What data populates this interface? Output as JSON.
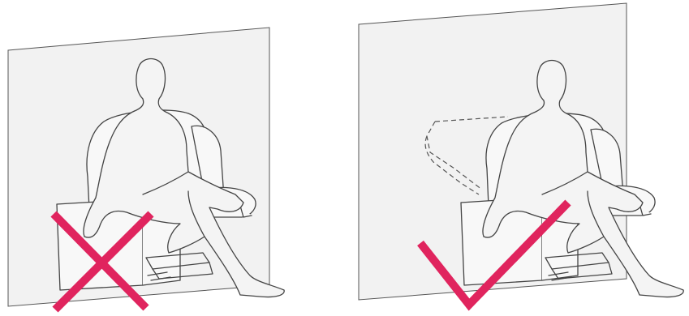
{
  "diagram": {
    "panels": [
      {
        "id": "incorrect",
        "verdict": "incorrect",
        "mark": "cross-mark",
        "mark_color": "#e0245e",
        "wall_color": "#f2f2f2",
        "line_color": "#555555"
      },
      {
        "id": "correct",
        "verdict": "correct",
        "mark": "check-mark",
        "mark_color": "#e0245e",
        "wall_color": "#f2f2f2",
        "line_color": "#555555",
        "shows_dashed_backrest": true
      }
    ]
  }
}
